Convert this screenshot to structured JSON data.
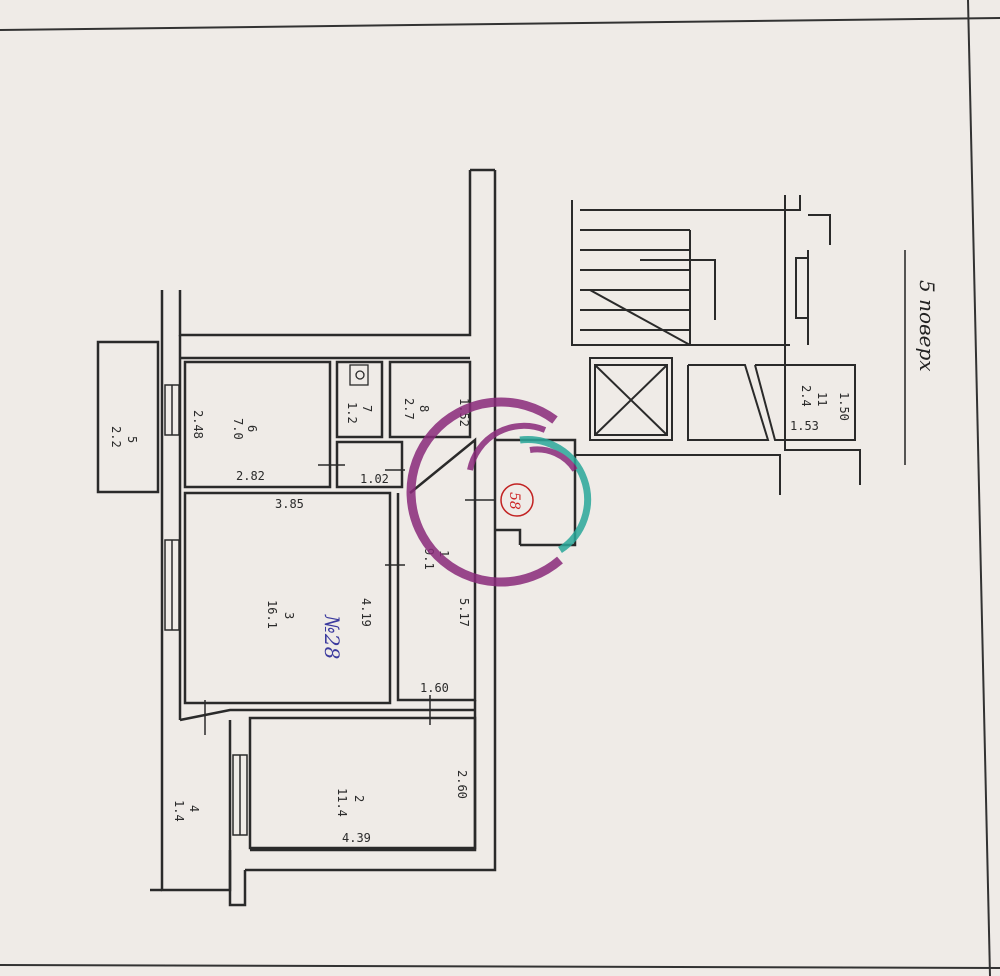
{
  "floor_label": "5 поверх",
  "apartment_number": "№28",
  "stamp_text": "58",
  "rooms": {
    "balcony": {
      "number": "5",
      "area": "2.2"
    },
    "room_kitchen": {
      "number": "6",
      "area": "7.0",
      "width": "2.48",
      "length": "2.82"
    },
    "toilet": {
      "number": "7",
      "area": "1.2"
    },
    "bath": {
      "number": "8",
      "area": "2.7",
      "width": "1.52"
    },
    "corridor_small": {
      "width": "1.02"
    },
    "living": {
      "number": "3",
      "area": "16.1",
      "width": "3.85",
      "length": "4.19"
    },
    "hall": {
      "number": "1",
      "area": "9.1",
      "length": "5.17",
      "width": "1.60"
    },
    "bedroom": {
      "number": "2",
      "area": "11.4",
      "width": "2.60",
      "length": "4.39"
    },
    "loggia": {
      "number": "4",
      "area": "1.4"
    },
    "storage": {
      "number": "11",
      "area": "2.4",
      "width": "1.50",
      "length": "1.53"
    }
  },
  "colors": {
    "line": "#2a2a2a",
    "paper": "#efebe7",
    "stamp": "#c22222",
    "logo_purple": "#8a2a7a",
    "logo_teal": "#2aa89a",
    "handwriting": "#3b3a9e"
  }
}
